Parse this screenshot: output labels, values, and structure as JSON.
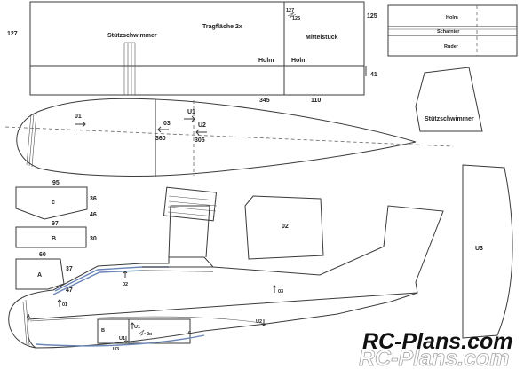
{
  "wing": {
    "dim_127": "127",
    "stuetzschwimmer": "Stützschwimmer",
    "tragflaeche": "Tragfläche 2x",
    "holm_left": "Holm",
    "holm_mid": "Holm",
    "mittelstueck": "Mittelstück",
    "dim_127_small": "127",
    "dim_125_small": "125",
    "dim_345": "345",
    "dim_110": "110",
    "dim_41": "41",
    "dim_125_right": "125"
  },
  "section": {
    "holm": "Holm",
    "scharnier": "Scharnier",
    "ruder": "Ruder"
  },
  "float": {
    "label": "Stützschwimmer"
  },
  "fuselage_top": {
    "o1": "01",
    "o3": "03",
    "u1": "U1",
    "u2": "U2",
    "d360": "360",
    "d305": "305"
  },
  "parts": {
    "c_label": "c",
    "d95": "95",
    "d36": "36",
    "d46": "46",
    "d97": "97",
    "b_label": "B",
    "d30": "30",
    "d60": "60",
    "a_label": "A",
    "d37": "37",
    "d47": "47",
    "o2_label": "02",
    "u3_label": "U3"
  },
  "fuselage_side": {
    "o1": "01",
    "o2": "02",
    "o3": "03",
    "u1": "U1",
    "u1b": "U1",
    "u2": "U2",
    "u3": "U3",
    "a": "A",
    "b": "B",
    "c": "c",
    "two_x": "2x"
  },
  "watermark": {
    "site": "RC-Plans.com"
  }
}
